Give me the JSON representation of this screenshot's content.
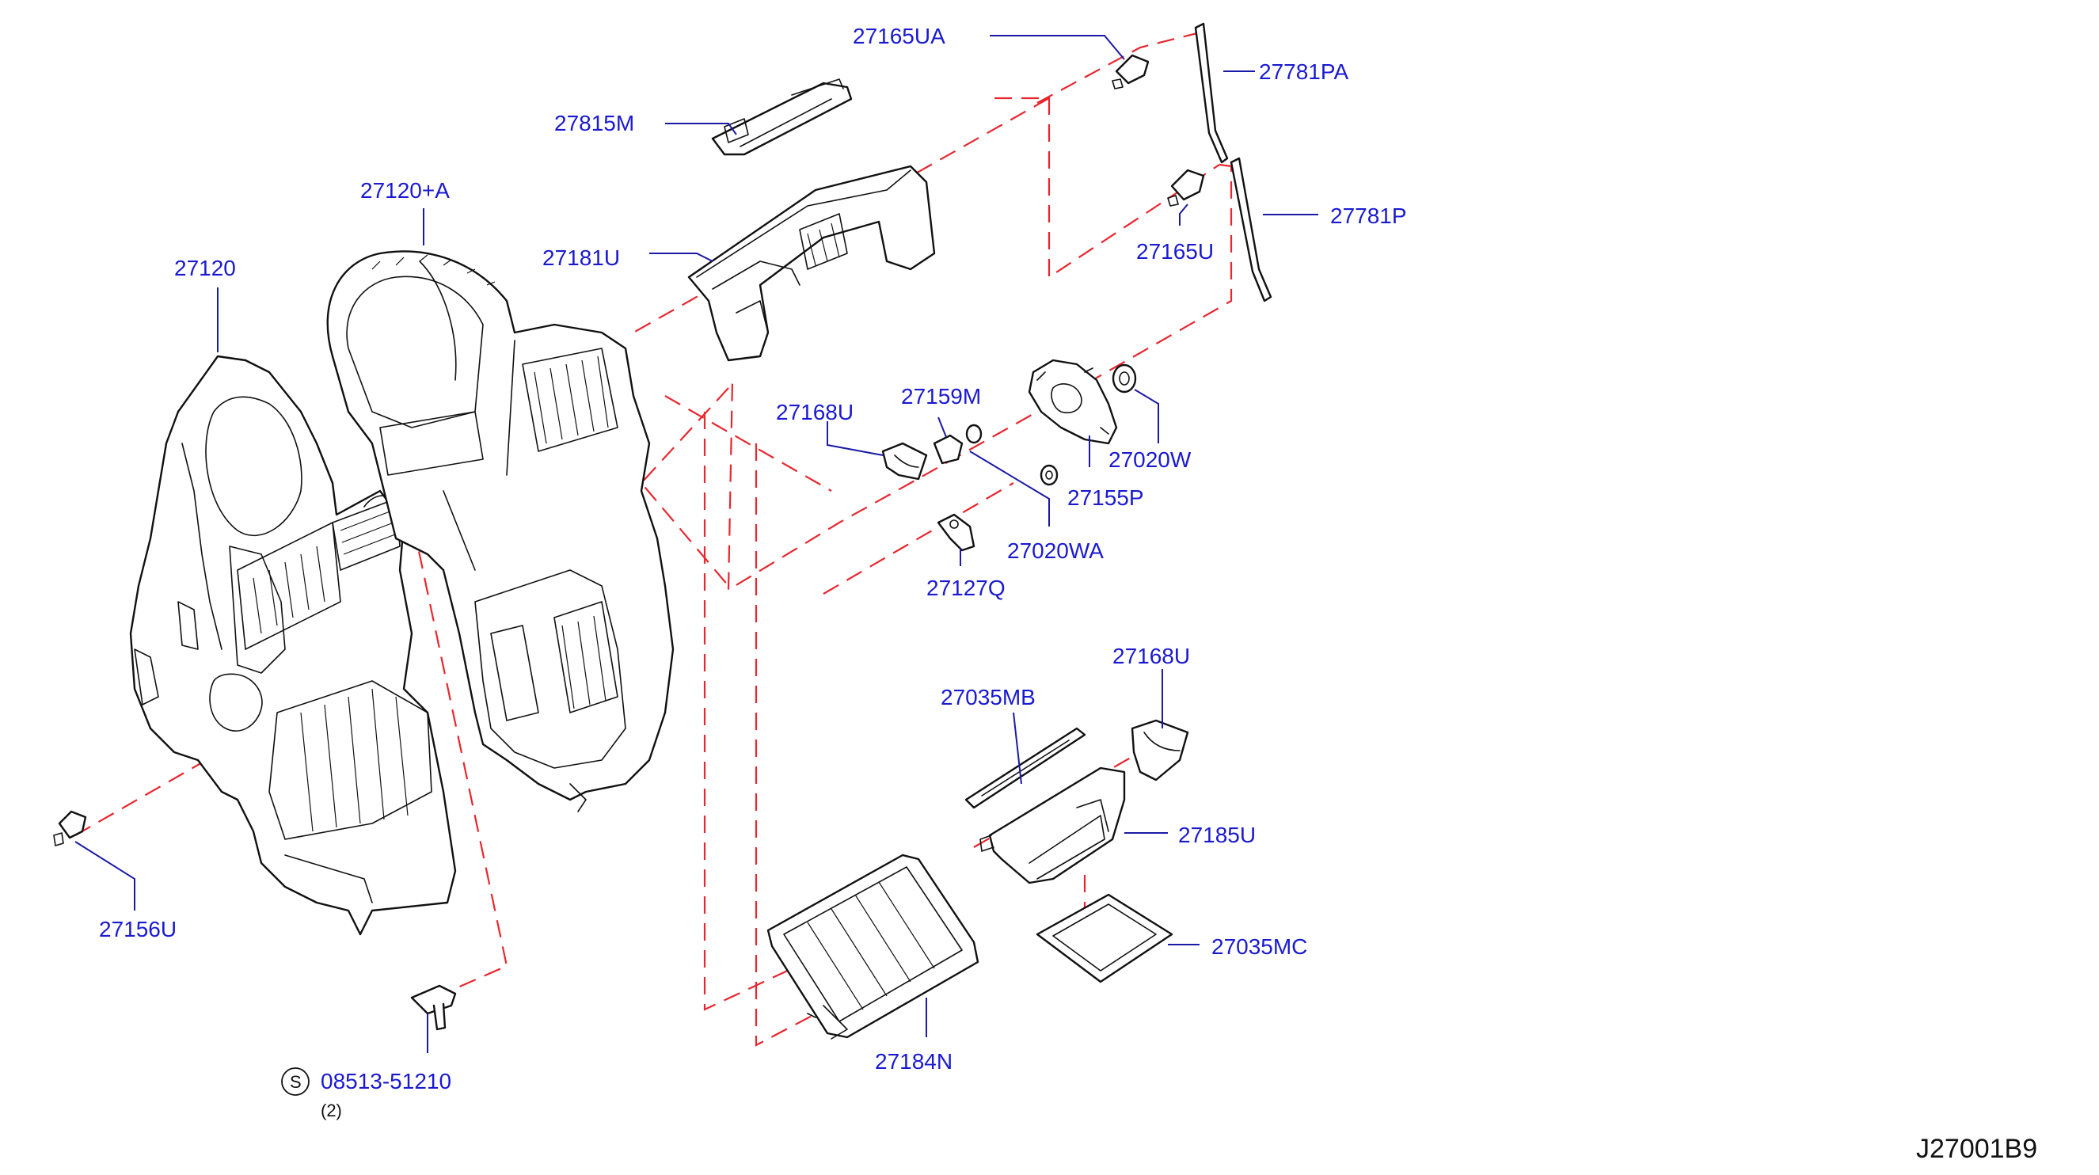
{
  "colors": {
    "label": "#1a1ad0",
    "leader": "#1a1aa6",
    "dash": "#e8262e",
    "line": "#111111"
  },
  "parts": [
    {
      "id": "p27165UA",
      "label": "27165UA"
    },
    {
      "id": "p27781PA",
      "label": "27781PA"
    },
    {
      "id": "p27815M",
      "label": "27815M"
    },
    {
      "id": "p27120A",
      "label": "27120+A"
    },
    {
      "id": "p27181U",
      "label": "27181U"
    },
    {
      "id": "p27165U",
      "label": "27165U"
    },
    {
      "id": "p27781P",
      "label": "27781P"
    },
    {
      "id": "p27120",
      "label": "27120"
    },
    {
      "id": "p27159M",
      "label": "27159M"
    },
    {
      "id": "p27168U_top",
      "label": "27168U"
    },
    {
      "id": "p27020W",
      "label": "27020W"
    },
    {
      "id": "p27155P",
      "label": "27155P"
    },
    {
      "id": "p27020WA",
      "label": "27020WA"
    },
    {
      "id": "p27127Q",
      "label": "27127Q"
    },
    {
      "id": "p27168U_bottom",
      "label": "27168U"
    },
    {
      "id": "p27035MB",
      "label": "27035MB"
    },
    {
      "id": "p27185U",
      "label": "27185U"
    },
    {
      "id": "p27156U",
      "label": "27156U"
    },
    {
      "id": "p27035MC",
      "label": "27035MC"
    },
    {
      "id": "p27184N",
      "label": "27184N"
    },
    {
      "id": "p08513",
      "label": "08513-51210"
    }
  ],
  "screw": {
    "symbol": "S",
    "quantity": "(2)"
  },
  "diagram_ref": "J27001B9"
}
